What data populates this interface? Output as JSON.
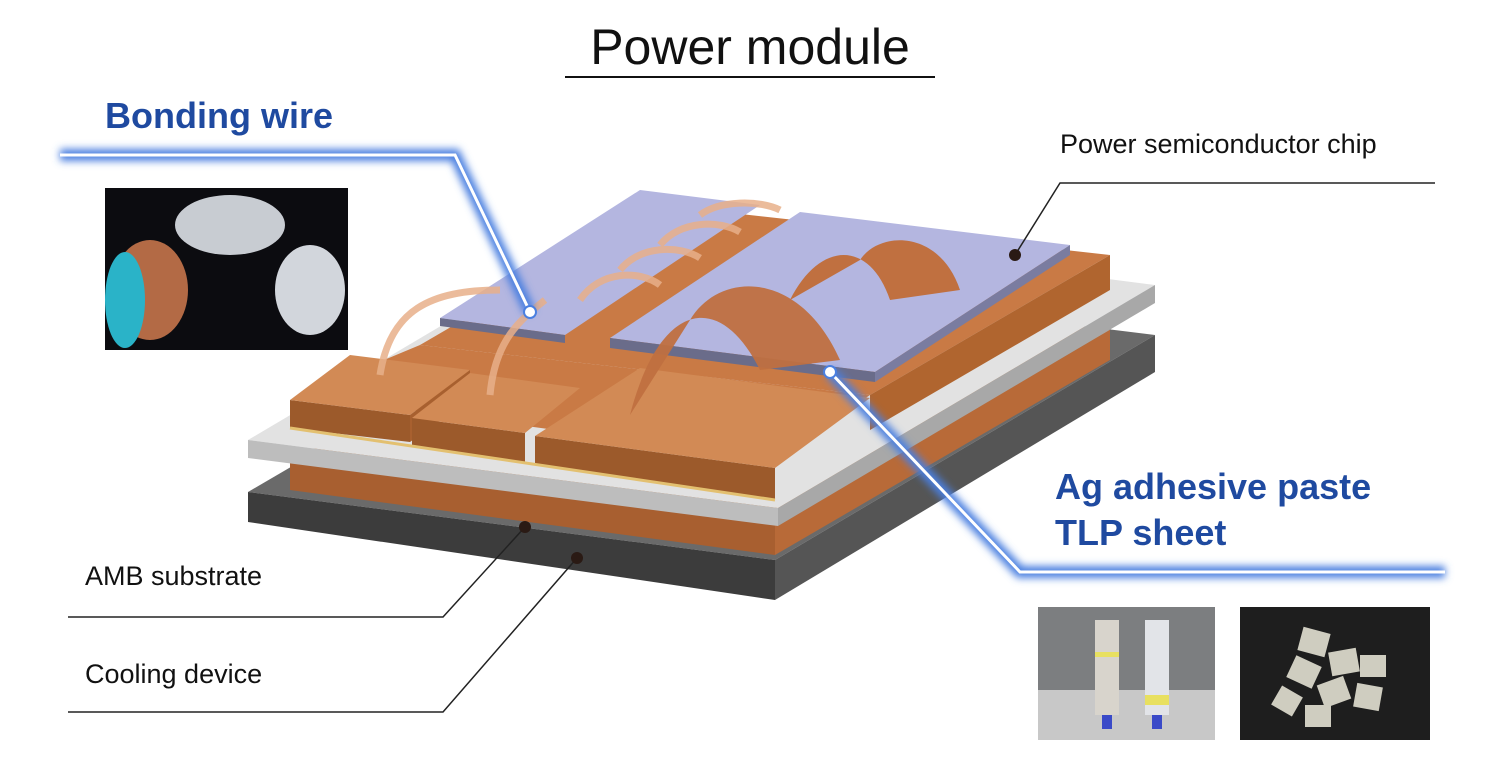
{
  "title": "Power module",
  "labels": {
    "bonding_wire": "Bonding wire",
    "chip": "Power semiconductor chip",
    "ag_paste": "Ag adhesive paste",
    "tlp_sheet": "TLP sheet",
    "amb": "AMB substrate",
    "cooling": "Cooling device"
  },
  "colors": {
    "accent_blue": "#1f4aa0",
    "glow": "#4a7fe0",
    "copper": "#c97a45",
    "chip": "#b4b6e0",
    "ceramic": "#d6d6d6",
    "cooling": "#4a4a4a"
  }
}
